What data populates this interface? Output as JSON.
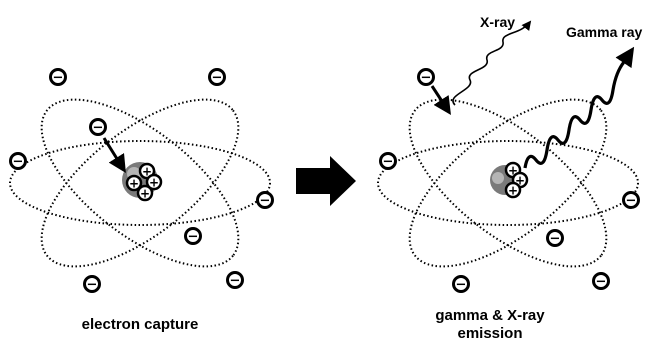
{
  "captions": {
    "left": "electron capture",
    "right_line1": "gamma & X-ray",
    "right_line2": "emission"
  },
  "labels": {
    "xray": "X-ray",
    "gamma": "Gamma ray"
  },
  "symbols": {
    "electron": "−",
    "proton": "+"
  },
  "colors": {
    "ink": "#000000",
    "nucleus": "#7a7a7a",
    "nucleus_highlight": "#b5b5b5"
  }
}
